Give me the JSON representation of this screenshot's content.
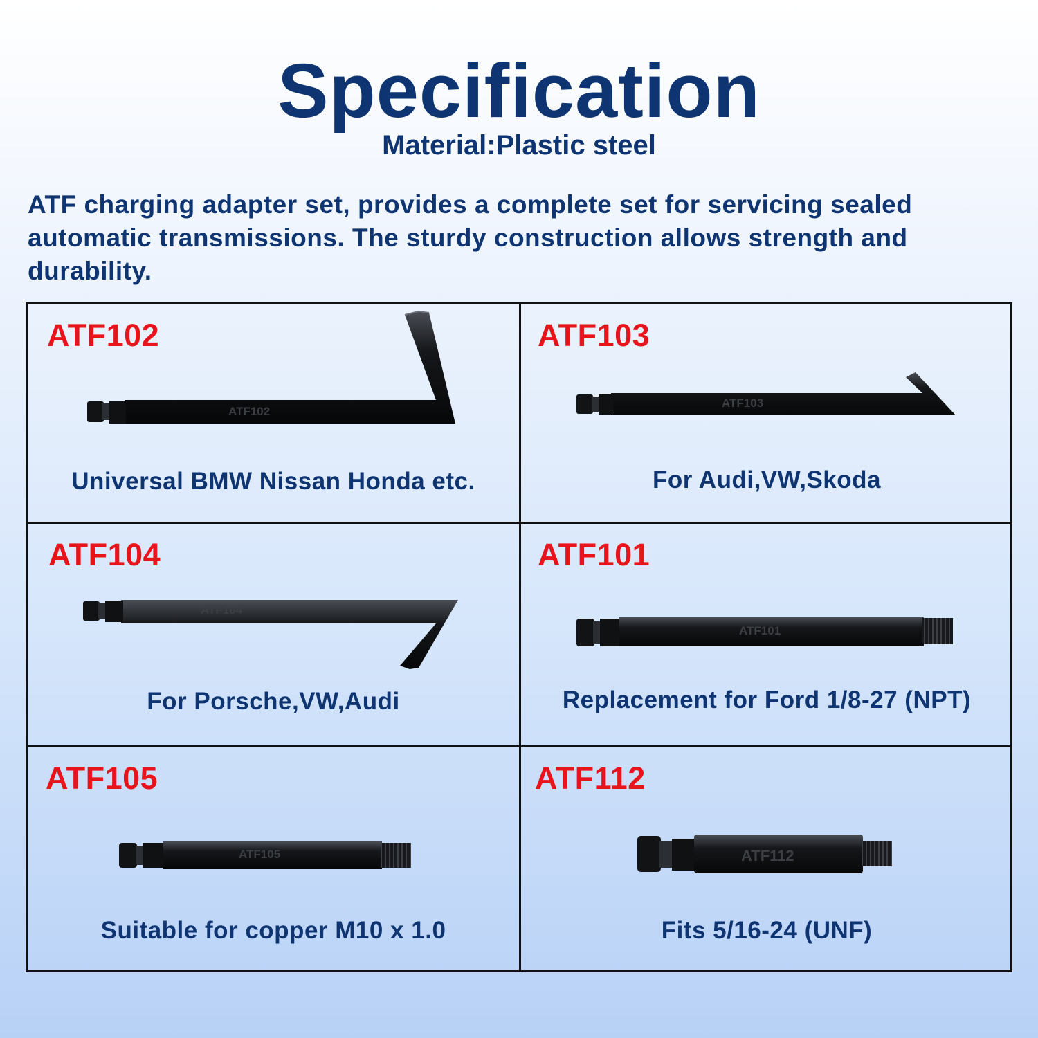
{
  "header": {
    "title": "Specification",
    "material": "Material:Plastic steel",
    "description": "ATF charging adapter set, provides a complete set for servicing sealed automatic transmissions. The sturdy construction allows strength and durability."
  },
  "adapters": [
    {
      "code": "ATF102",
      "caption": "Universal BMW Nissan Honda etc.",
      "engraving": "ATF102"
    },
    {
      "code": "ATF103",
      "caption": "For Audi,VW,Skoda",
      "engraving": "ATF103"
    },
    {
      "code": "ATF104",
      "caption": "For Porsche,VW,Audi",
      "engraving": "ATF104"
    },
    {
      "code": "ATF101",
      "caption": "Replacement for Ford 1/8-27 (NPT)",
      "engraving": "ATF101"
    },
    {
      "code": "ATF105",
      "caption": "Suitable for copper M10 x 1.0",
      "engraving": "ATF105"
    },
    {
      "code": "ATF112",
      "caption": "Fits 5/16-24 (UNF)",
      "engraving": "ATF112"
    }
  ],
  "colors": {
    "heading": "#0f3472",
    "code": "#e8141b",
    "border": "#111111",
    "tool": "#1a1c1f"
  }
}
